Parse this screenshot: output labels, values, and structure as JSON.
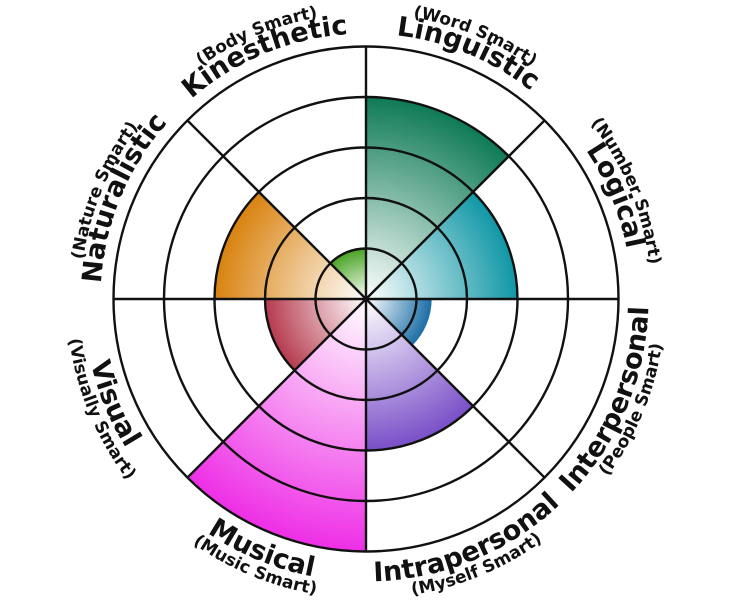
{
  "scale_rings": 5,
  "segments": [
    {
      "key": "linguistic",
      "level": 4,
      "color": "#0e7a55",
      "main": "Linguistic",
      "sub": "(Word Smart)"
    },
    {
      "key": "logical",
      "level": 3,
      "color": "#1097a6",
      "main": "Logical",
      "sub": "(Number Smart)"
    },
    {
      "key": "interpersonal",
      "level": 1.3,
      "color": "#1b6ea6",
      "main": "Interpersonal",
      "sub": "(People Smart)"
    },
    {
      "key": "intrapersonal",
      "level": 3,
      "color": "#7a4fc8",
      "main": "Intrapersonal",
      "sub": "(Myself Smart)"
    },
    {
      "key": "musical",
      "level": 5,
      "color": "#ee2ee6",
      "main": "Musical",
      "sub": "(Music Smart)"
    },
    {
      "key": "visual",
      "level": 2,
      "color": "#b63a4e",
      "main": "Visual",
      "sub": "(Visually Smart)"
    },
    {
      "key": "naturalistic",
      "level": 3,
      "color": "#d9820f",
      "main": "Naturalistic",
      "sub": "(Nature Smart)"
    },
    {
      "key": "kinesthetic",
      "level": 1,
      "color": "#49a323",
      "main": "Kinesthetic",
      "sub": "(Body Smart)"
    }
  ]
}
